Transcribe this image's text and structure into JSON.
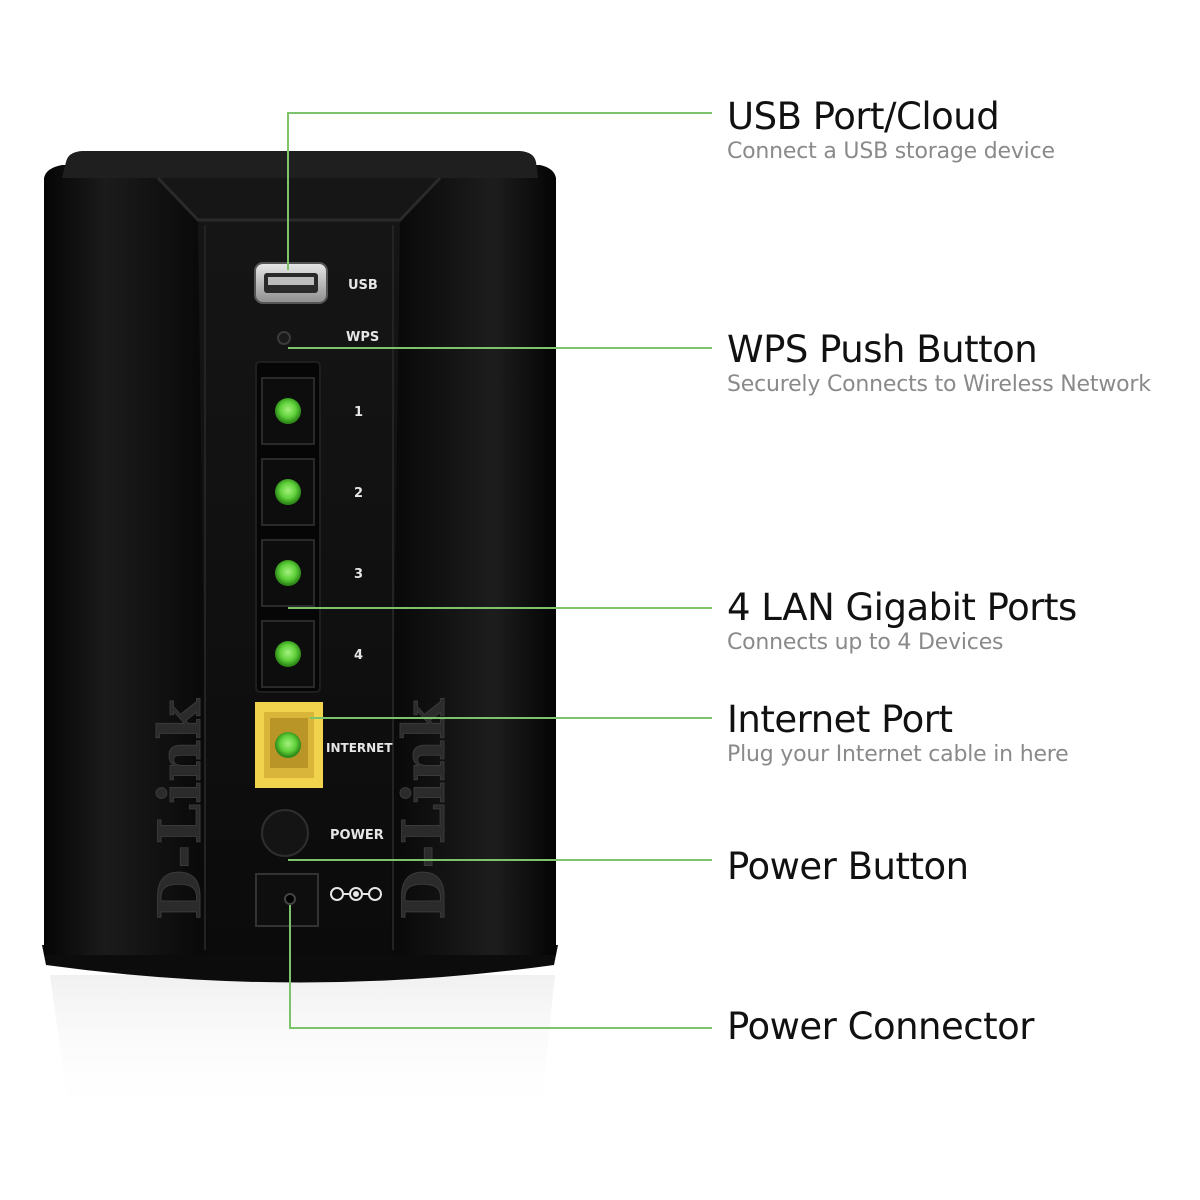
{
  "device": {
    "brand": "D-Link",
    "port_labels": {
      "usb": "USB",
      "wps": "WPS",
      "lan": [
        "1",
        "2",
        "3",
        "4"
      ],
      "internet": "INTERNET",
      "power": "POWER"
    },
    "led_color": "#5fd13a",
    "internet_port_color": "#f2d34d",
    "leader_color": "#7cc46a"
  },
  "callouts": [
    {
      "title": "USB Port/Cloud",
      "subtitle": "Connect a USB storage device"
    },
    {
      "title": "WPS Push Button",
      "subtitle": "Securely Connects to Wireless Network"
    },
    {
      "title": "4 LAN Gigabit Ports",
      "subtitle": "Connects up to 4 Devices"
    },
    {
      "title": "Internet Port",
      "subtitle": "Plug your Internet cable in here"
    },
    {
      "title": "Power Button",
      "subtitle": ""
    },
    {
      "title": "Power Connector",
      "subtitle": ""
    }
  ]
}
